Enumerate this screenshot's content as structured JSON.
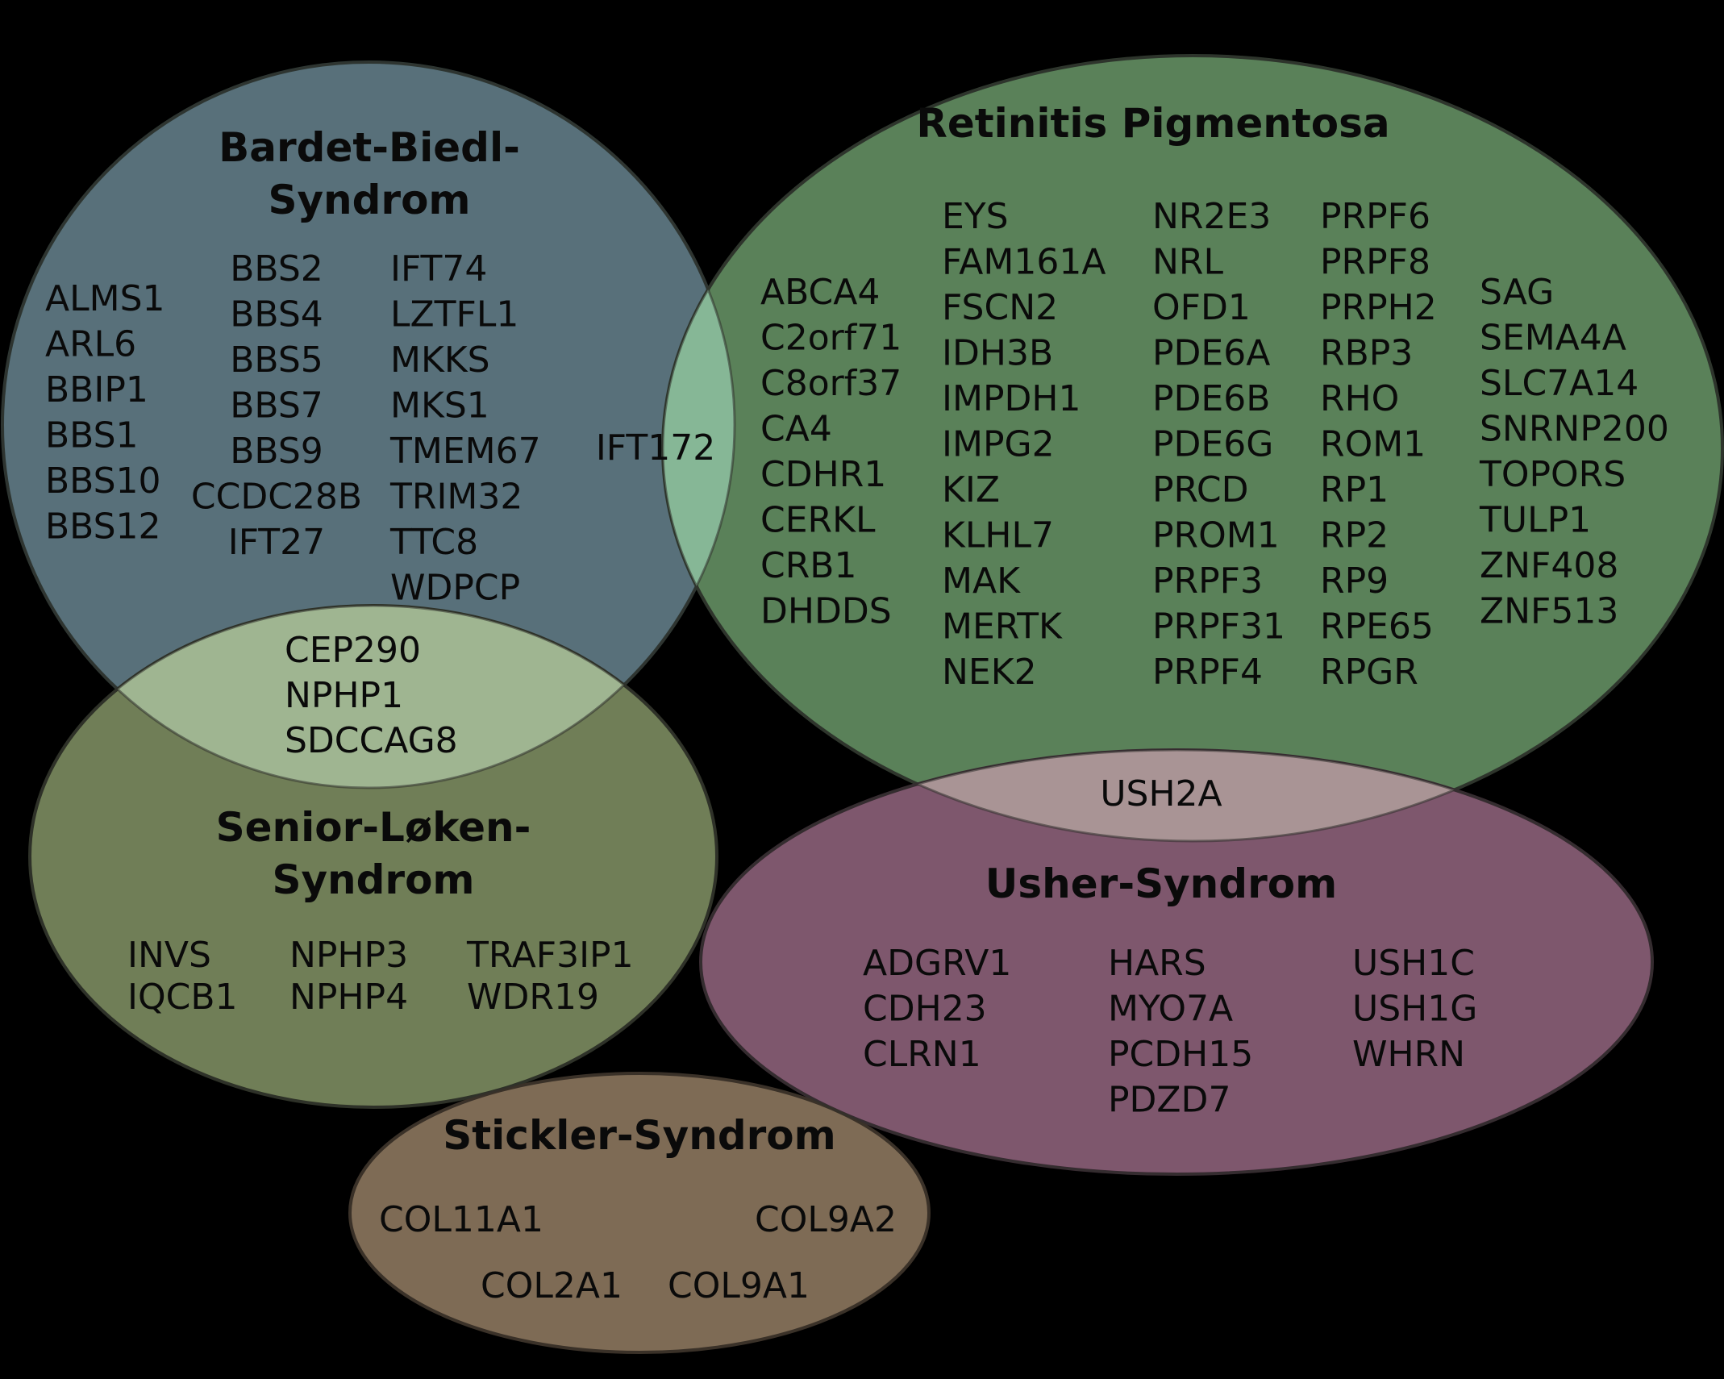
{
  "diagram": {
    "type": "venn",
    "sets": [
      {
        "id": "bbs",
        "title_lines": [
          "Bardet-Biedl-",
          "Syndrom"
        ],
        "color": "#58707a",
        "columns": [
          [
            "ALMS1",
            "ARL6",
            "BBIP1",
            "BBS1",
            "BBS10",
            "BBS12"
          ],
          [
            "BBS2",
            "BBS4",
            "BBS5",
            "BBS7",
            "BBS9",
            "CCDC28B",
            "IFT27"
          ],
          [
            "IFT74",
            "LZTFL1",
            "MKKS",
            "MKS1",
            "TMEM67",
            "TRIM32",
            "TTC8",
            "WDPCP"
          ]
        ]
      },
      {
        "id": "rp",
        "title_lines": [
          "Retinitis Pigmentosa"
        ],
        "color": "#5a8159",
        "columns": [
          [
            "ABCA4",
            "C2orf71",
            "C8orf37",
            "CA4",
            "CDHR1",
            "CERKL",
            "CRB1",
            "DHDDS"
          ],
          [
            "EYS",
            "FAM161A",
            "FSCN2",
            "IDH3B",
            "IMPDH1",
            "IMPG2",
            "KIZ",
            "KLHL7",
            "MAK",
            "MERTK",
            "NEK2"
          ],
          [
            "NR2E3",
            "NRL",
            "OFD1",
            "PDE6A",
            "PDE6B",
            "PDE6G",
            "PRCD",
            "PROM1",
            "PRPF3",
            "PRPF31",
            "PRPF4"
          ],
          [
            "PRPF6",
            "PRPF8",
            "PRPH2",
            "RBP3",
            "RHO",
            "ROM1",
            "RP1",
            "RP2",
            "RP9",
            "RPE65",
            "RPGR"
          ],
          [
            "SAG",
            "SEMA4A",
            "SLC7A14",
            "SNRNP200",
            "TOPORS",
            "TULP1",
            "ZNF408",
            "ZNF513"
          ]
        ]
      },
      {
        "id": "sls",
        "title_lines": [
          "Senior-Løken-",
          "Syndrom"
        ],
        "color": "#707e57",
        "columns": [
          [
            "INVS",
            "IQCB1"
          ],
          [
            "NPHP3",
            "NPHP4"
          ],
          [
            "TRAF3IP1",
            "WDR19"
          ]
        ]
      },
      {
        "id": "ush",
        "title_lines": [
          "Usher-Syndrom"
        ],
        "color": "#7e576d",
        "columns": [
          [
            "ADGRV1",
            "CDH23",
            "CLRN1"
          ],
          [
            "HARS",
            "MYO7A",
            "PCDH15",
            "PDZD7"
          ],
          [
            "USH1C",
            "USH1G",
            "WHRN"
          ]
        ]
      },
      {
        "id": "stl",
        "title_lines": [
          "Stickler-Syndrom"
        ],
        "color": "#7e6b55",
        "genes": [
          "COL11A1",
          "COL9A2",
          "COL2A1",
          "COL9A1"
        ]
      }
    ],
    "intersections": [
      {
        "sets": [
          "bbs",
          "rp"
        ],
        "color": "#86b796",
        "genes": [
          "IFT172"
        ]
      },
      {
        "sets": [
          "bbs",
          "sls"
        ],
        "color": "#9fb591",
        "genes": [
          "CEP290",
          "NPHP1",
          "SDCCAG8"
        ]
      },
      {
        "sets": [
          "rp",
          "ush"
        ],
        "color": "#a99495",
        "genes": [
          "USH2A"
        ]
      }
    ],
    "background": "#000000"
  }
}
